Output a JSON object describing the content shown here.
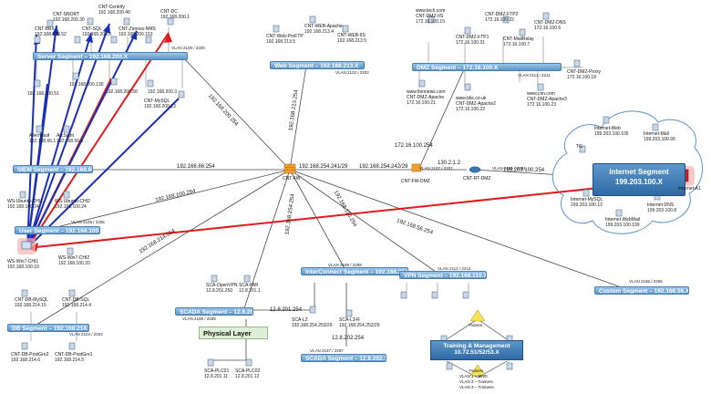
{
  "colors": {
    "segment_bar": "#6fa3d4",
    "backbone_line": "#3a3a3a",
    "attack_red": "#e01b1b",
    "attack_blue": "#1a2fb8",
    "firewall": "#f0a030",
    "internet_box": "#3f7bb8",
    "physical_layer_bg": "#dfeed7"
  },
  "firewall": {
    "icon": "firewall-icon",
    "label": "CNT-FW"
  },
  "segments": [
    {
      "id": "server",
      "label": "Server Segment – 192.168.200.X"
    },
    {
      "id": "web",
      "label": "Web Segment – 192.168.213.X"
    },
    {
      "id": "dmz",
      "label": "DMZ Segment – 172.16.100.X"
    },
    {
      "id": "siem",
      "label": "SIEM Segment – 192.168.66.X"
    },
    {
      "id": "user",
      "label": "User Segment – 192.168.100.X"
    },
    {
      "id": "db",
      "label": "DB Segment – 192.168.214.X"
    },
    {
      "id": "scada_a",
      "label": "SCADA Segment – 12.8.201.X"
    },
    {
      "id": "interconnect",
      "label": "InterConnect Segment – 192.168.254.X"
    },
    {
      "id": "scada_b",
      "label": "SCADA Segment – 12.8.202.X"
    },
    {
      "id": "vpn",
      "label": "VPN Segment – 192.168.110.X"
    },
    {
      "id": "custom",
      "label": "Custom Segment – 192.168.56.X"
    }
  ],
  "internet_segment": {
    "title": "Internet Segment",
    "ip": "199.203.100.X"
  },
  "training": {
    "title": "Training & Management",
    "ip": "10.72.51/52/53.X",
    "trainee_label": "Trainee",
    "trainers_label": "Trainers",
    "vlans": [
      "VLAN 1 – MNG",
      "VLAN 2 – Trainers",
      "VLAN 3 – Trainees"
    ]
  },
  "physical_layer": {
    "title": "Physical Layer"
  },
  "link_labels": {
    "fw_server": "192.168.200.254",
    "fw_web": "192.168.213.254",
    "fw_siem": "192.168.66.254",
    "fw_user": "192.168.100.254",
    "fw_db": "192.168.214.254",
    "fw_interconnect": "192.168.254.254",
    "fw_vpn": "192.168.110.254",
    "fw_custom": "192.168.56.254",
    "fw_center": "192.168.254.241/29",
    "fw_dmzfw": "192.168.254.242/29",
    "dmzfw_up": "172.16.100.254",
    "dmzfw_rt": "130.2.1.2",
    "rt_inet": "199.203.100.254",
    "scada_a_link": "12.8.201.254",
    "scada_b_link": "12.8.202.254"
  },
  "vlans": {
    "server": "VLAN 2100 / 2200",
    "web": "VLAN 2102 / 2202",
    "dmz": "VLAN 2111 / 2211",
    "dmzfw": "VLAN 2107 / 2207",
    "rt": "VLAN 2101 / 2201",
    "user": "VLAN 2105 / 2205",
    "db": "VLAN 2104 / 2204",
    "interconnect": "VLAN 2198 / 2298",
    "scada_a": "VLAN 2198 / 2298",
    "scada_b": "VLAN 2197 / 2297",
    "vpn": "VLAN 2112 / 2212",
    "custom": "VLAN 2156 / 2256"
  },
  "nodes": {
    "cnt_dc": {
      "name": "CNT-DC",
      "ip": "192.168.200.1"
    },
    "cnt_snort": {
      "name": "CNT-SNORT",
      "ip": "192.168.200.30"
    },
    "cnt_centrify": {
      "name": "CNT-Centrify",
      "ip": "192.168.200.40"
    },
    "cnt_bbx": {
      "name": "CNT-BBX",
      "ip": "192.168.200.52"
    },
    "cnt_sql": {
      "name": "CNT-SQL",
      "ip": "192.168.200.5"
    },
    "cnt_zenoss": {
      "name": "CNT-Zenoss-NMS",
      "ip": "192.168.200.153"
    },
    "cnt_s51": {
      "name": "",
      "ip": "192.168.200.51"
    },
    "cnt_s130": {
      "name": "",
      "ip": "192.168.200.130"
    },
    "cnt_s50": {
      "name": "",
      "ip": "192.168.200.50"
    },
    "cnt_s3": {
      "name": "",
      "ip": "192.168.200.3"
    },
    "cnt_mysql": {
      "name": "CNT-MySQL",
      "ip": "192.168.200.13"
    },
    "cnt_web_profit": {
      "name": "CNT-Web-ProFTP",
      "ip": "192.168.213.5"
    },
    "cnt_web_apache": {
      "name": "CNT-WEB-Apache",
      "ip": "192.168.213.4"
    },
    "cnt_web_iis": {
      "name": "CNT-WEB-IIS",
      "ip": "192.168.213.5"
    },
    "www_tech": {
      "name": "www.tech.com",
      "ip": "172.16.100.15",
      "sub": "CNT-DMZ-IIS"
    },
    "dmz_ftp2": {
      "name": "CNT-DMZ-FTP2",
      "ip": "172.16.100.32"
    },
    "dmz_ftp1": {
      "name": "CNT-DMZ-FTP1",
      "ip": "172.16.100.31"
    },
    "dmz_dns": {
      "name": "CNT-DMZ-DNS",
      "ip": "172.16.100.6"
    },
    "dmz_mailrelay": {
      "name": "CNT-MailRelay",
      "ip": "172.16.100.7"
    },
    "dmz_proxy": {
      "name": "CNT-DMZ-Proxy",
      "ip": "172.16.100.18"
    },
    "www_fionnews": {
      "name": "www.fionnews.com",
      "sub": "CNT-DMZ-Apache",
      "ip": "172.16.100.21"
    },
    "www_bbc": {
      "name": "www.bbc.co.uk",
      "sub": "CNT-DMZ-Apache2",
      "ip": "172.16.100.22"
    },
    "www_cnn": {
      "name": "www.cnn.com",
      "sub": "CNT-DMZ-Apache3",
      "ip": "172.16.100.23"
    },
    "cnt_fw_dmz": {
      "name": "CNT-FW-DMZ",
      "ip": ""
    },
    "cnt_rt_dmz": {
      "name": "CNT-RT-DMZ",
      "ip": ""
    },
    "siem_a": {
      "name": "AlienVault",
      "ip": "192.168.66.1"
    },
    "siem_b": {
      "name": "ArcSight",
      "ip": "192.168.66.5"
    },
    "ws_ubuntu1": {
      "name": "WS-Ubuntu-CHI1",
      "ip": "192.168.100.24"
    },
    "ws_ubuntu2": {
      "name": "WS-Ubuntu-CHI2",
      "ip": "192.168.100.24"
    },
    "ws_win7_chi1": {
      "name": "WS-Win7-CHI1",
      "ip": "192.168.100.10"
    },
    "ws_win7_chi2": {
      "name": "WS-Win7-CHI2",
      "ip": "192.168.100.20"
    },
    "db_mysql": {
      "name": "CNT-DB-MySQL",
      "ip": "192.168.214.15"
    },
    "db_sql": {
      "name": "CNT-DB-SQL",
      "ip": "192.168.214.4"
    },
    "db_postgre2": {
      "name": "CNT-DB-PostGre2",
      "ip": "192.168.214.6"
    },
    "db_postgre1": {
      "name": "CNT-DB-PostGre1",
      "ip": "192.168.214.5"
    },
    "sca_openvpn": {
      "name": "SCA-OpenVPN",
      "ip": "12.8.201.250"
    },
    "sca_hmi": {
      "name": "SCA-HMI",
      "ip": "12.8.201.1"
    },
    "sca_l2": {
      "name": "SCA-L2",
      "ip": "192.168.254.253/29"
    },
    "sca_l3r": {
      "name": "SCA-L3-R",
      "ip": "192.168.254.252/29"
    },
    "sca_plc01": {
      "name": "SCA-PLC01",
      "ip": "12.8.201.11"
    },
    "sca_plc02": {
      "name": "SCA-PLC02",
      "ip": "12.8.201.12"
    },
    "inet_web": {
      "name": "Internet-Web",
      "ip": "199.203.100.105"
    },
    "inet_mail": {
      "name": "Internet-Mail",
      "ip": "199.203.100.99"
    },
    "inet_mysql": {
      "name": "Internet-MySQL",
      "ip": "199.203.100.13"
    },
    "inet_dns": {
      "name": "Internet-DNS",
      "ip": "199.203.100.8"
    },
    "inet_webmail": {
      "name": "Internet-WebMail",
      "ip": "199.203.100.199"
    },
    "inet_attacker": {
      "name": "Internet-A1",
      "ip": ""
    },
    "tg": {
      "name": "TG",
      "ip": ""
    }
  }
}
